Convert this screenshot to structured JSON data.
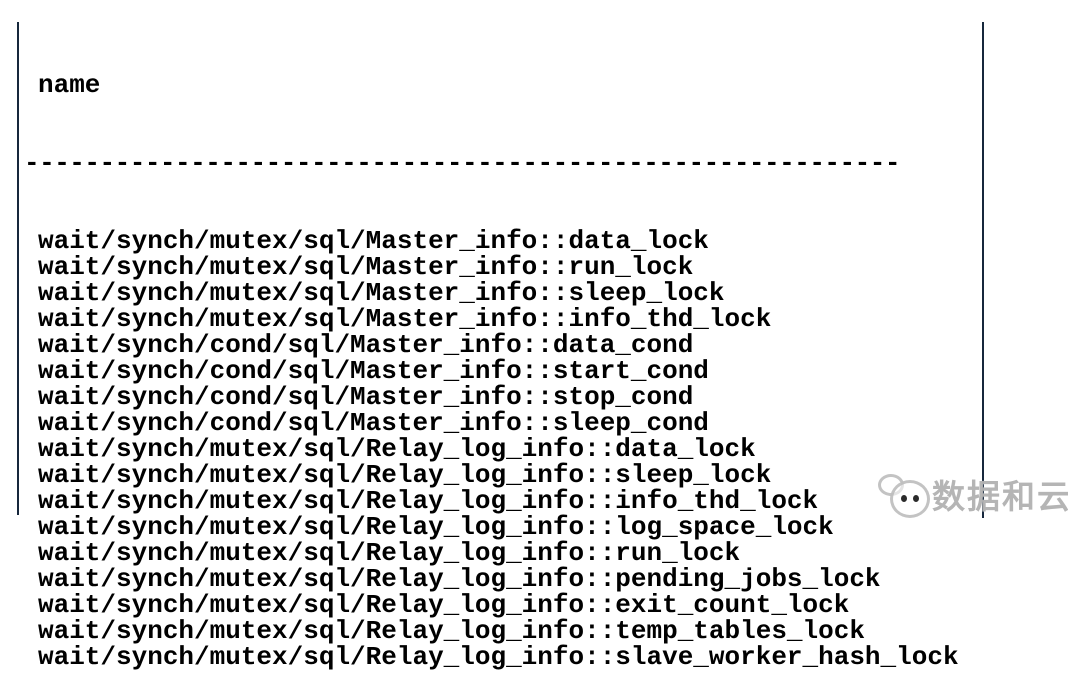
{
  "table": {
    "column_header": "name",
    "separator": "----------------------------------------------------------",
    "rows": [
      "wait/synch/mutex/sql/Master_info::data_lock",
      "wait/synch/mutex/sql/Master_info::run_lock",
      "wait/synch/mutex/sql/Master_info::sleep_lock",
      "wait/synch/mutex/sql/Master_info::info_thd_lock",
      "wait/synch/cond/sql/Master_info::data_cond",
      "wait/synch/cond/sql/Master_info::start_cond",
      "wait/synch/cond/sql/Master_info::stop_cond",
      "wait/synch/cond/sql/Master_info::sleep_cond",
      "wait/synch/mutex/sql/Relay_log_info::data_lock",
      "wait/synch/mutex/sql/Relay_log_info::sleep_lock",
      "wait/synch/mutex/sql/Relay_log_info::info_thd_lock",
      "wait/synch/mutex/sql/Relay_log_info::log_space_lock",
      "wait/synch/mutex/sql/Relay_log_info::run_lock",
      "wait/synch/mutex/sql/Relay_log_info::pending_jobs_lock",
      "wait/synch/mutex/sql/Relay_log_info::exit_count_lock",
      "wait/synch/mutex/sql/Relay_log_info::temp_tables_lock",
      "wait/synch/mutex/sql/Relay_log_info::slave_worker_hash_lock"
    ]
  },
  "watermark": {
    "text": "数据和云"
  },
  "colors": {
    "background": "#ffffff",
    "text": "#000000",
    "table_border": "#16273c",
    "watermark_gray": "#ababab"
  }
}
